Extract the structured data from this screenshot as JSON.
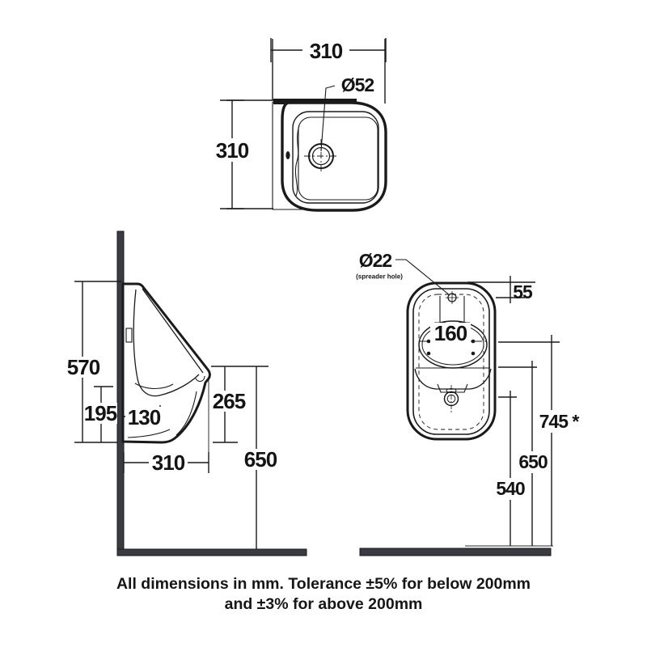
{
  "drawing": {
    "caption_line1": "All dimensions in mm. Tolerance ±5% for below 200mm",
    "caption_line2": "and ±3% for above 200mm",
    "top_view": {
      "width": "310",
      "depth": "310",
      "drain_diameter": "Ø52"
    },
    "side_view": {
      "overall_height": "570",
      "lower_back_height": "195",
      "outlet_offset": "130",
      "front_lip_height": "265",
      "projection": "310",
      "rim_height_from_floor": "650"
    },
    "front_view": {
      "spreader_diameter": "Ø22",
      "spreader_note": "(spreader hole)",
      "top_to_spreader": "55",
      "fixing_hole_centres": "160",
      "inlet_height": "745 *",
      "rim_height_from_floor": "650",
      "outlet_height_from_floor": "540"
    }
  },
  "colors": {
    "line": "#1a1a1a",
    "structure": "#3a3a41",
    "background": "#ffffff"
  }
}
